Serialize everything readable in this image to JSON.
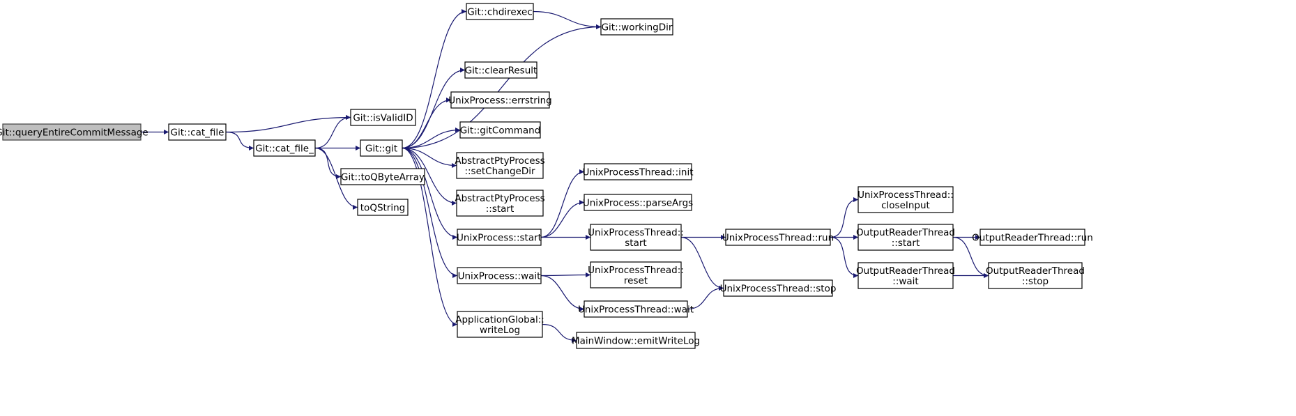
{
  "colors": {
    "edge": "#191970",
    "root_fill": "#bfbfbf",
    "node_fill": "#ffffff",
    "node_border": "#000000"
  },
  "nodes": [
    {
      "id": "queryEntire",
      "lines": [
        "Git::queryEntireCommitMessage"
      ],
      "root": true
    },
    {
      "id": "cat_file",
      "lines": [
        "Git::cat_file"
      ]
    },
    {
      "id": "cat_file_",
      "lines": [
        "Git::cat_file_"
      ]
    },
    {
      "id": "isValidID",
      "lines": [
        "Git::isValidID"
      ]
    },
    {
      "id": "git",
      "lines": [
        "Git::git"
      ]
    },
    {
      "id": "toQByteArray",
      "lines": [
        "Git::toQByteArray"
      ]
    },
    {
      "id": "toQString",
      "lines": [
        "toQString"
      ]
    },
    {
      "id": "chdirexec",
      "lines": [
        "Git::chdirexec"
      ]
    },
    {
      "id": "workingDir",
      "lines": [
        "Git::workingDir"
      ]
    },
    {
      "id": "clearResult",
      "lines": [
        "Git::clearResult"
      ]
    },
    {
      "id": "errstring",
      "lines": [
        "UnixProcess::errstring"
      ]
    },
    {
      "id": "gitCommand",
      "lines": [
        "Git::gitCommand"
      ]
    },
    {
      "id": "setChangeDir",
      "lines": [
        "AbstractPtyProcess",
        "::setChangeDir"
      ]
    },
    {
      "id": "aptyStart",
      "lines": [
        "AbstractPtyProcess",
        "::start"
      ]
    },
    {
      "id": "upStart",
      "lines": [
        "UnixProcess::start"
      ]
    },
    {
      "id": "upWait",
      "lines": [
        "UnixProcess::wait"
      ]
    },
    {
      "id": "writeLog",
      "lines": [
        "ApplicationGlobal::",
        "writeLog"
      ]
    },
    {
      "id": "uptInit",
      "lines": [
        "UnixProcessThread::init"
      ]
    },
    {
      "id": "parseArgs",
      "lines": [
        "UnixProcess::parseArgs"
      ]
    },
    {
      "id": "uptStart",
      "lines": [
        "UnixProcessThread::",
        "start"
      ]
    },
    {
      "id": "uptReset",
      "lines": [
        "UnixProcessThread::",
        "reset"
      ]
    },
    {
      "id": "uptWait",
      "lines": [
        "UnixProcessThread::wait"
      ]
    },
    {
      "id": "emitWriteLog",
      "lines": [
        "MainWindow::emitWriteLog"
      ]
    },
    {
      "id": "uptRun",
      "lines": [
        "UnixProcessThread::run"
      ]
    },
    {
      "id": "uptStop",
      "lines": [
        "UnixProcessThread::stop"
      ]
    },
    {
      "id": "closeInput",
      "lines": [
        "UnixProcessThread::",
        "closeInput"
      ]
    },
    {
      "id": "ortStart",
      "lines": [
        "OutputReaderThread",
        "::start"
      ]
    },
    {
      "id": "ortWait",
      "lines": [
        "OutputReaderThread",
        "::wait"
      ]
    },
    {
      "id": "ortRun",
      "lines": [
        "OutputReaderThread::run"
      ]
    },
    {
      "id": "ortStop",
      "lines": [
        "OutputReaderThread",
        "::stop"
      ]
    }
  ],
  "edges": [
    [
      "queryEntire",
      "cat_file"
    ],
    [
      "cat_file",
      "isValidID"
    ],
    [
      "cat_file",
      "cat_file_"
    ],
    [
      "cat_file_",
      "isValidID"
    ],
    [
      "cat_file_",
      "git"
    ],
    [
      "cat_file_",
      "toQByteArray"
    ],
    [
      "cat_file_",
      "toQString"
    ],
    [
      "git",
      "chdirexec"
    ],
    [
      "git",
      "workingDir"
    ],
    [
      "git",
      "clearResult"
    ],
    [
      "git",
      "errstring"
    ],
    [
      "git",
      "gitCommand"
    ],
    [
      "git",
      "setChangeDir"
    ],
    [
      "git",
      "aptyStart"
    ],
    [
      "git",
      "upStart"
    ],
    [
      "git",
      "upWait"
    ],
    [
      "git",
      "writeLog"
    ],
    [
      "chdirexec",
      "workingDir"
    ],
    [
      "upStart",
      "uptInit"
    ],
    [
      "upStart",
      "parseArgs"
    ],
    [
      "upStart",
      "uptStart"
    ],
    [
      "upWait",
      "uptReset"
    ],
    [
      "upWait",
      "uptWait"
    ],
    [
      "writeLog",
      "emitWriteLog"
    ],
    [
      "uptStart",
      "uptRun"
    ],
    [
      "uptStart",
      "uptStop"
    ],
    [
      "uptWait",
      "uptStop"
    ],
    [
      "uptRun",
      "closeInput"
    ],
    [
      "uptRun",
      "ortStart"
    ],
    [
      "uptRun",
      "ortWait"
    ],
    [
      "ortStart",
      "ortRun"
    ],
    [
      "ortStart",
      "ortStop"
    ],
    [
      "ortWait",
      "ortStop"
    ]
  ]
}
